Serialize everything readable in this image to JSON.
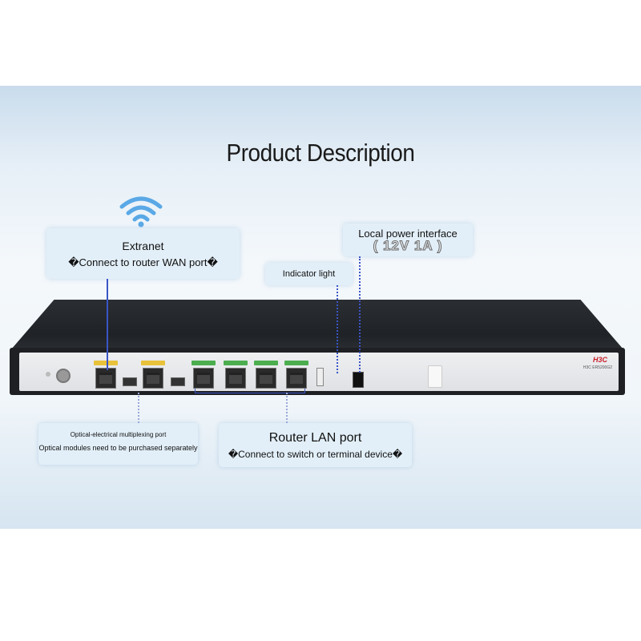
{
  "title": "Product Description",
  "callouts": {
    "extranet": {
      "line1": "Extranet",
      "line2": "�Connect to router WAN port�"
    },
    "power": {
      "line1": "Local power interface",
      "line2": "( 12V 1A )"
    },
    "indicator": {
      "line1": "Indicator light"
    },
    "optical": {
      "line1": "Optical-electrical multiplexing port",
      "line2": "Optical modules need to be purchased separately"
    },
    "lan": {
      "line1": "Router LAN port",
      "line2": "�Connect to switch or terminal device�"
    }
  },
  "device": {
    "brand": "H3C",
    "model": "H3C ER5200G2"
  },
  "colors": {
    "accent_line": "#3a55c8",
    "wan_label": "#e8c23a",
    "lan_label": "#4cae4f",
    "brand": "#c8202a"
  },
  "icons": [
    "wifi-icon",
    "power-jack-icon",
    "usb-port-icon"
  ]
}
